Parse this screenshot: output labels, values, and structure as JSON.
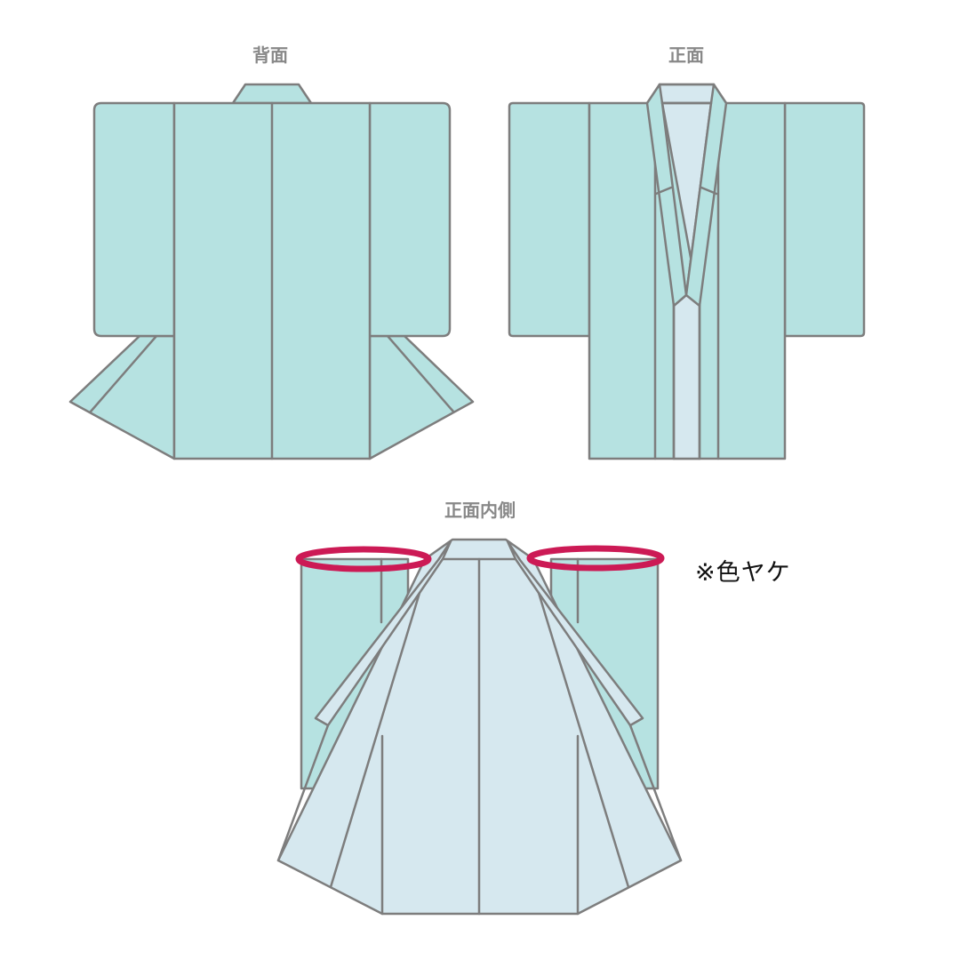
{
  "views": [
    {
      "id": "back",
      "label": "背面"
    },
    {
      "id": "front",
      "label": "正面"
    },
    {
      "id": "front_inside",
      "label": "正面内側"
    }
  ],
  "annotation": {
    "note": "※色ヤケ",
    "marker_color": "#cc1a55",
    "marked_areas": [
      "left-shoulder",
      "right-shoulder"
    ]
  },
  "colors": {
    "outer_fabric": "#b6e2e1",
    "lining_fabric": "#d6e8ef",
    "outline": "#7d7d7d",
    "label_text": "#888888"
  }
}
